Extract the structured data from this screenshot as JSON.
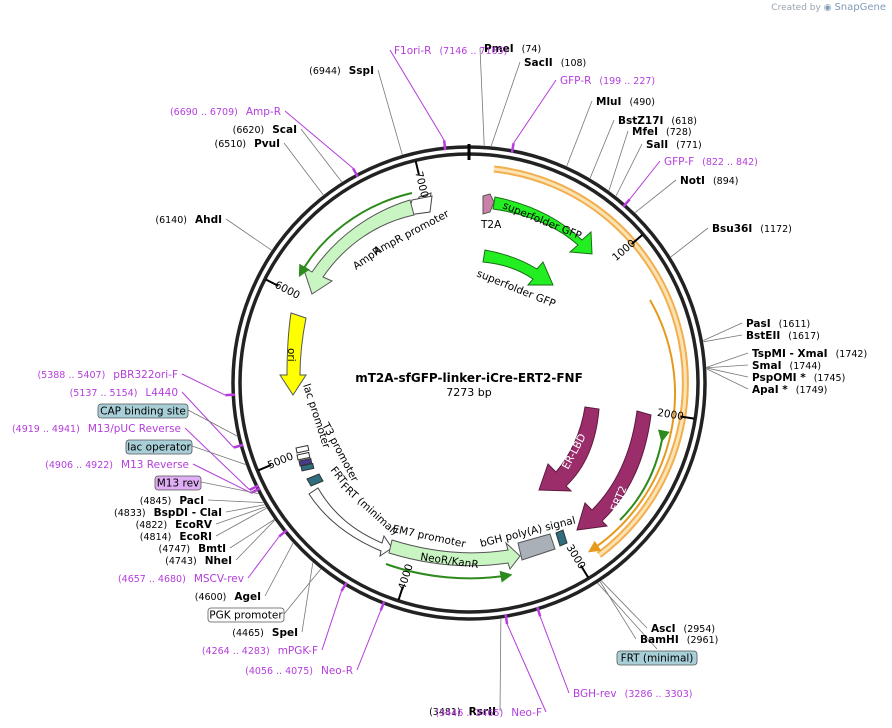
{
  "app": {
    "watermark_prefix": "Created by",
    "watermark_brand": "SnapGene"
  },
  "plasmid": {
    "name": "mT2A-sfGFP-linker-iCre-ERT2-FNF",
    "length": 7273,
    "length_label": "7273 bp"
  },
  "ticks": [
    {
      "label": "1000",
      "pos": 1000
    },
    {
      "label": "2000",
      "pos": 2000
    },
    {
      "label": "3000",
      "pos": 3000
    },
    {
      "label": "4000",
      "pos": 4000
    },
    {
      "label": "5000",
      "pos": 5000
    },
    {
      "label": "6000",
      "pos": 6000
    },
    {
      "label": "7000",
      "pos": 7000
    }
  ],
  "enzymes": [
    {
      "name": "PmeI",
      "pos_label": "(74)",
      "site": 74
    },
    {
      "name": "SacII",
      "pos_label": "(108)",
      "site": 108
    },
    {
      "name": "MluI",
      "pos_label": "(490)",
      "site": 490
    },
    {
      "name": "BstZ17I",
      "pos_label": "(618)",
      "site": 618
    },
    {
      "name": "MfeI",
      "pos_label": "(728)",
      "site": 728
    },
    {
      "name": "SalI",
      "pos_label": "(771)",
      "site": 771
    },
    {
      "name": "NotI",
      "pos_label": "(894)",
      "site": 894
    },
    {
      "name": "Bsu36I",
      "pos_label": "(1172)",
      "site": 1172
    },
    {
      "name": "PasI",
      "pos_label": "(1611)",
      "site": 1611
    },
    {
      "name": "BstEII",
      "pos_label": "(1617)",
      "site": 1617
    },
    {
      "name": "TspMI - XmaI",
      "pos_label": "(1742)",
      "site": 1742
    },
    {
      "name": "SmaI",
      "pos_label": "(1744)",
      "site": 1744
    },
    {
      "name": "PspOMI *",
      "pos_label": "(1745)",
      "site": 1745
    },
    {
      "name": "ApaI *",
      "pos_label": "(1749)",
      "site": 1749
    },
    {
      "name": "AscI",
      "pos_label": "(2954)",
      "site": 2954
    },
    {
      "name": "BamHI",
      "pos_label": "(2961)",
      "site": 2961
    },
    {
      "name": "RsrII",
      "pos_label": "(3481)",
      "site": 3481
    },
    {
      "name": "SpeI",
      "pos_label": "(4465)",
      "site": 4465
    },
    {
      "name": "AgeI",
      "pos_label": "(4600)",
      "site": 4600
    },
    {
      "name": "NheI",
      "pos_label": "(4743)",
      "site": 4743
    },
    {
      "name": "BmtI",
      "pos_label": "(4747)",
      "site": 4747
    },
    {
      "name": "EcoRI",
      "pos_label": "(4814)",
      "site": 4814
    },
    {
      "name": "EcoRV",
      "pos_label": "(4822)",
      "site": 4822
    },
    {
      "name": "BspDI - ClaI",
      "pos_label": "(4833)",
      "site": 4833
    },
    {
      "name": "PacI",
      "pos_label": "(4845)",
      "site": 4845
    },
    {
      "name": "AhdI",
      "pos_label": "(6140)",
      "site": 6140
    },
    {
      "name": "PvuI",
      "pos_label": "(6510)",
      "site": 6510
    },
    {
      "name": "ScaI",
      "pos_label": "(6620)",
      "site": 6620
    },
    {
      "name": "SspI",
      "pos_label": "(6944)",
      "site": 6944
    }
  ],
  "primers": [
    {
      "name": "F1ori-R",
      "range": "(7146 .. 7165)",
      "site": 7155
    },
    {
      "name": "GFP-R",
      "range": "(199 .. 227)",
      "site": 213
    },
    {
      "name": "GFP-F",
      "range": "(822 .. 842)",
      "site": 832
    },
    {
      "name": "Amp-R",
      "range": "(6690 .. 6709)",
      "site": 6700
    },
    {
      "name": "pBR322ori-F",
      "range": "(5388 .. 5407)",
      "site": 5397
    },
    {
      "name": "L4440",
      "range": "(5137 .. 5154)",
      "site": 5145
    },
    {
      "name": "M13/pUC Reverse",
      "range": "(4919 .. 4941)",
      "site": 4930
    },
    {
      "name": "M13 Reverse",
      "range": "(4906 .. 4922)",
      "site": 4914
    },
    {
      "name": "MSCV-rev",
      "range": "(4657 .. 4680)",
      "site": 4668
    },
    {
      "name": "mPGK-F",
      "range": "(4264 .. 4283)",
      "site": 4273
    },
    {
      "name": "Neo-R",
      "range": "(4056 .. 4075)",
      "site": 4065
    },
    {
      "name": "Neo-F",
      "range": "(3446 .. 3465)",
      "site": 3455
    },
    {
      "name": "BGH-rev",
      "range": "(3286 .. 3303)",
      "site": 3294
    }
  ],
  "boxed_labels": [
    {
      "name": "CAP binding site"
    },
    {
      "name": "lac operator"
    },
    {
      "name": "M13 rev"
    },
    {
      "name": "PGK promoter"
    },
    {
      "name": "FRT (minimal)"
    }
  ],
  "features": [
    {
      "name": "superfolder GFP",
      "type": "cds"
    },
    {
      "name": "superfolder GFP",
      "type": "cds"
    },
    {
      "name": "T2A",
      "type": "misc"
    },
    {
      "name": "AmpR promoter",
      "type": "promoter"
    },
    {
      "name": "AmpR",
      "type": "cds"
    },
    {
      "name": "ori",
      "type": "origin"
    },
    {
      "name": "lac promoter",
      "type": "promoter"
    },
    {
      "name": "T3 promoter",
      "type": "promoter"
    },
    {
      "name": "FRT",
      "type": "misc"
    },
    {
      "name": "FRT (minimal)",
      "type": "misc"
    },
    {
      "name": "EM7 promoter",
      "type": "promoter"
    },
    {
      "name": "NeoR/KanR",
      "type": "cds"
    },
    {
      "name": "bGH poly(A) signal",
      "type": "terminator"
    },
    {
      "name": "ER-LBD",
      "type": "cds"
    },
    {
      "name": "ERT2",
      "type": "cds"
    }
  ],
  "colors": {
    "enzyme_text": "#000000",
    "primer": "#b43ddc",
    "gfp": "#22ee22",
    "ampr": "#c9f5c2",
    "ori": "#ffff00",
    "ert": "#9c2d6b",
    "bgh": "#aab0b8",
    "orf_outline": "#f0a030",
    "blue_box": "#a8cfd8",
    "purple_box": "#e0aef5"
  }
}
